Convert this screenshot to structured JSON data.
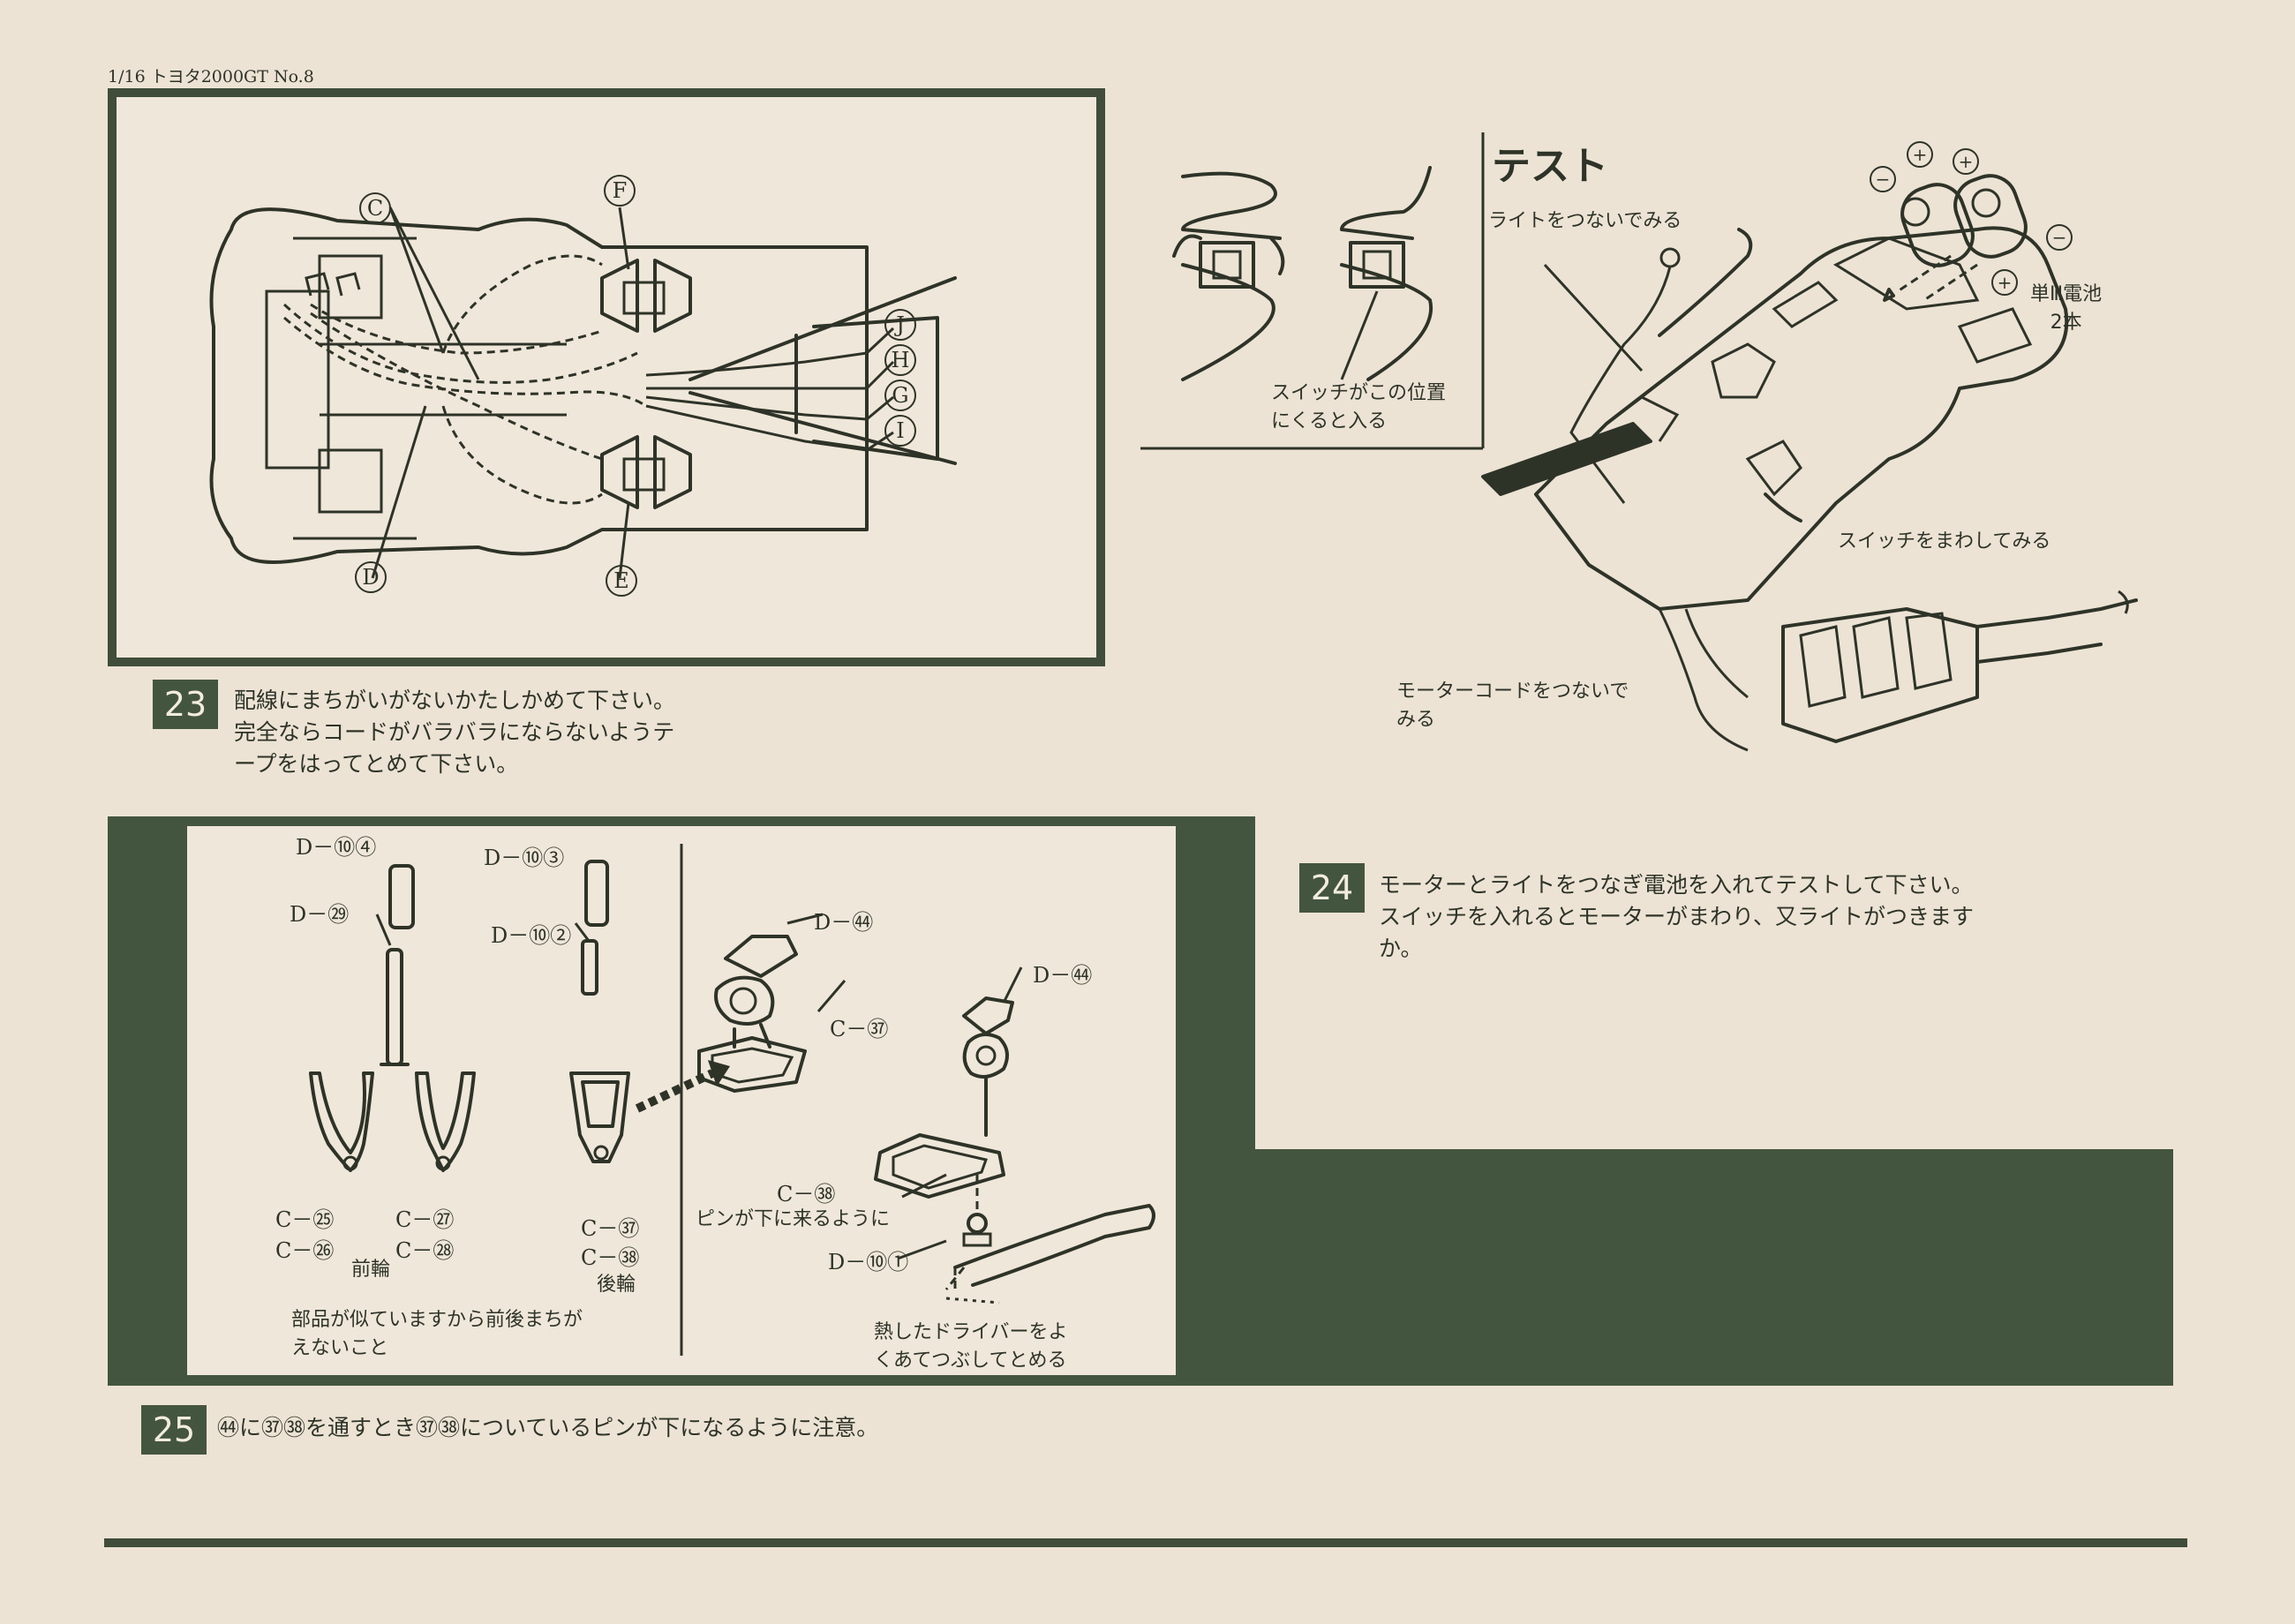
{
  "header": {
    "title": "1/16 トヨタ2000GT No.8"
  },
  "step23": {
    "number": "23",
    "text_line1": "配線にまちがいがないかたしかめて下さい。",
    "text_line2": "完全ならコードがバラバラにならないようテ",
    "text_line3": "ープをはってとめて下さい。",
    "labels": {
      "C": "C",
      "F": "F",
      "J": "J",
      "H": "H",
      "G": "G",
      "I": "I",
      "D": "D",
      "E": "E"
    }
  },
  "test": {
    "title": "テスト",
    "light_label": "ライトをつないでみる",
    "battery_label_line1": "単Ⅲ電池",
    "battery_label_line2": "2本",
    "switch_label_line1": "スイッチがこの位置",
    "switch_label_line2": "にくると入る",
    "switch_turn_label": "スイッチをまわしてみる",
    "motor_label_line1": "モーターコードをつないで",
    "motor_label_line2": "みる",
    "plus": "+",
    "minus": "−"
  },
  "step24": {
    "number": "24",
    "text_line1": "モーターとライトをつなぎ電池を入れてテストして下さい。",
    "text_line2": "スイッチを入れるとモーターがまわり、又ライトがつきます",
    "text_line3": "か。"
  },
  "parts": {
    "d104": "D－⑩④",
    "d103": "D－⑩③",
    "d29": "D－㉙",
    "d102": "D－⑩②",
    "d44a": "D－㊹",
    "d44b": "D－㊹",
    "c37a": "C－㊲",
    "c38a": "C－㊳",
    "c25": "C－㉕",
    "c26": "C－㉖",
    "c27": "C－㉗",
    "c28": "C－㉘",
    "c37b": "C－㊲",
    "c38b": "C－㊳",
    "d101": "D－⑩①",
    "front_wheel": "前輪",
    "rear_wheel": "後輪",
    "pin_note": "ピンが下に来るように",
    "similar_note_line1": "部品が似ていますから前後まちが",
    "similar_note_line2": "えないこと",
    "heat_note_line1": "熱したドライバーをよ",
    "heat_note_line2": "くあてつぶしてとめる"
  },
  "step25": {
    "number": "25",
    "text": "㊹に㊲㊳を通すとき㊲㊳についているピンが下になるように注意。"
  }
}
